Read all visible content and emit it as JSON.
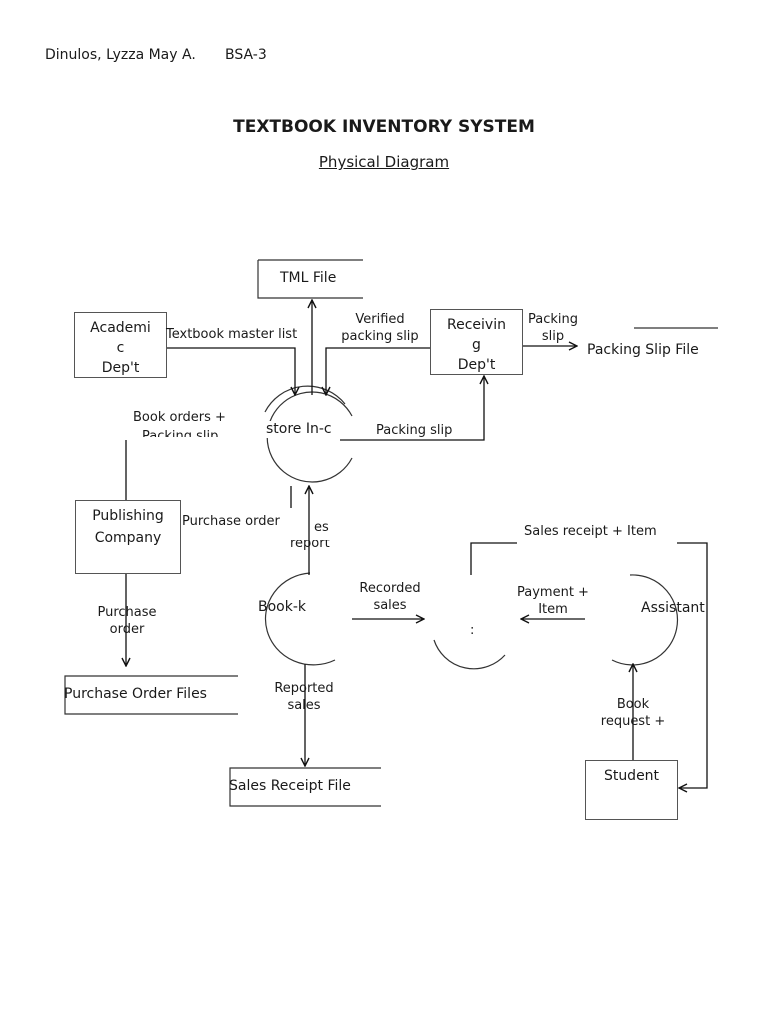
{
  "header": {
    "author": "Dinulos, Lyzza May A.",
    "section": "BSA-3"
  },
  "title": "TEXTBOOK INVENTORY SYSTEM",
  "subtitle": "Physical Diagram",
  "entities": {
    "academic": "Academi\nc\nDep't",
    "receiving": "Receivin\ng\nDep't",
    "publishing": "Publishing\nCompany",
    "student": "Student"
  },
  "processes": {
    "bookstore": "store In-c",
    "bookkeeper": "Book-k",
    "cashier": ":",
    "assistant": "Assistant"
  },
  "stores": {
    "tml": "TML File",
    "packing_slip": "Packing Slip File",
    "purchase_order": "Purchase Order Files",
    "sales_receipt": "Sales Receipt File"
  },
  "flows": {
    "textbook_master_list": "Textbook master list",
    "verified_packing_slip": "Verified\npacking slip",
    "packing_slip_to_file": "Packing\nslip",
    "book_orders": "Book orders +",
    "book_orders_2": "Packing slip",
    "packing_slip_bottom": "Packing slip",
    "purchase_order_flow": "Purchase order",
    "sales_report_a": "es",
    "sales_report_b": "report",
    "purchase_order_file": "Purchase\norder",
    "recorded_sales": "Recorded\nsales",
    "reported_sales": "Reported\nsales",
    "payment_item": "Payment +\nItem",
    "sales_receipt_item": "Sales receipt + Item",
    "book_request": "Book\nrequest +"
  }
}
